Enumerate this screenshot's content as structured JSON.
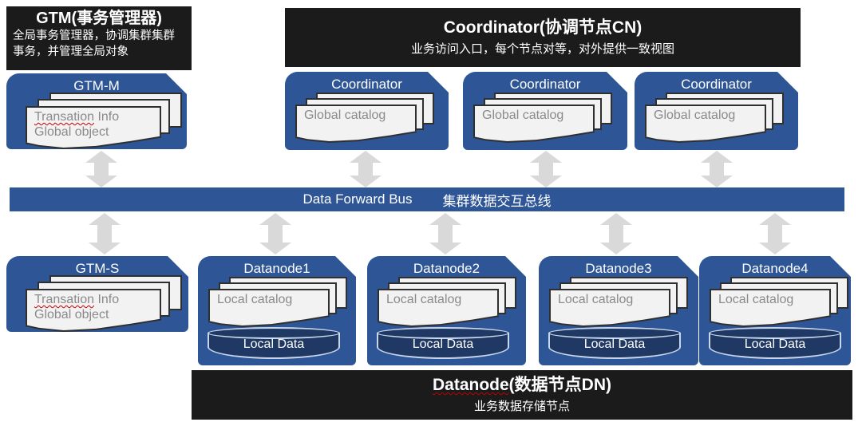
{
  "colors": {
    "node_blue": "#2e5596",
    "bar_black": "#1b1b1b",
    "arrow_gray": "#d9d9d9",
    "paper_fill": "#f2f2f2",
    "paper_text": "#8a8a8a",
    "cylinder_navy": "#1f3864",
    "spellcheck_red": "#c00000"
  },
  "gtm_header": {
    "title": "GTM(事务管理器)",
    "description": "全局事务管理器，协调集群集群事务，并管理全局对象"
  },
  "coordinator_header": {
    "title": "Coordinator(协调节点CN)",
    "subtitle": "业务访问入口，每个节点对等，对外提供一致视图"
  },
  "bus": {
    "label_en": "Data Forward Bus",
    "label_zh": "集群数据交互总线"
  },
  "gtm_m": {
    "title": "GTM-M",
    "doc_line1_misspelled": "Transation",
    "doc_line1_rest": " Info",
    "doc_line2": "Global object"
  },
  "gtm_s": {
    "title": "GTM-S",
    "doc_line1_misspelled": "Transation",
    "doc_line1_rest": " Info",
    "doc_line2": "Global object"
  },
  "coordinators": [
    {
      "title": "Coordinator",
      "doc_label": "Global catalog"
    },
    {
      "title": "Coordinator",
      "doc_label": "Global catalog"
    },
    {
      "title": "Coordinator",
      "doc_label": "Global catalog"
    }
  ],
  "datanodes": [
    {
      "title": "Datanode1",
      "doc_label": "Local catalog",
      "db_label": "Local Data"
    },
    {
      "title": "Datanode2",
      "doc_label": "Local catalog",
      "db_label": "Local Data"
    },
    {
      "title": "Datanode3",
      "doc_label": "Local catalog",
      "db_label": "Local Data"
    },
    {
      "title": "Datanode4",
      "doc_label": "Local catalog",
      "db_label": "Local Data"
    }
  ],
  "datanode_footer": {
    "title_misspelled": "Datanode",
    "title_rest": "(数据节点DN)",
    "subtitle": "业务数据存储节点"
  }
}
